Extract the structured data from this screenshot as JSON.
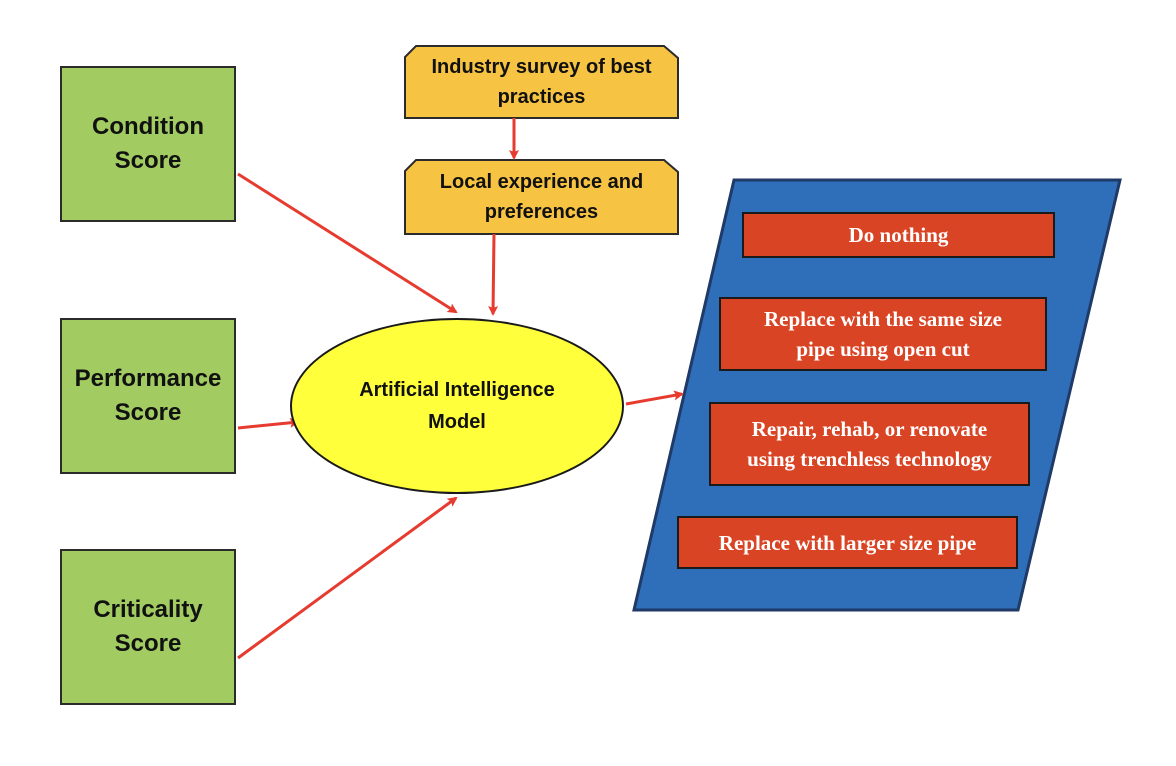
{
  "scores": [
    {
      "label": "Condition\nScore"
    },
    {
      "label": "Performance\nScore"
    },
    {
      "label": "Criticality\nScore"
    }
  ],
  "inputs": [
    {
      "label": "Industry survey of best\npractices"
    },
    {
      "label": "Local experience and\npreferences"
    }
  ],
  "model": {
    "label": "Artificial Intelligence\nModel"
  },
  "options": [
    {
      "label": "Do nothing"
    },
    {
      "label": "Replace with the same size\npipe using open cut"
    },
    {
      "label": "Repair, rehab, or renovate\nusing trenchless technology"
    },
    {
      "label": "Replace with larger size pipe"
    }
  ],
  "colors": {
    "score_fill": "#a2cc62",
    "input_fill": "#f6c343",
    "model_fill": "#ffff3c",
    "decision_fill": "#2f6fba",
    "option_fill": "#d94424",
    "arrow": "#e63b2e"
  }
}
